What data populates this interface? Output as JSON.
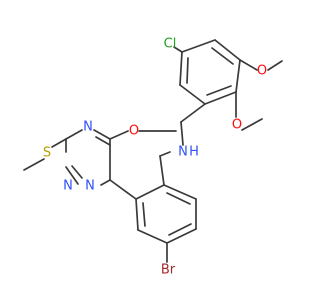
{
  "atoms": {
    "chlorine": "Cl",
    "oxygen_ring": "O",
    "oxygen_methoxy_upper": "O",
    "oxygen_methoxy_lower": "O",
    "nitrogen_amine": "N",
    "hydrogen_amine": "H",
    "nitrogen_1": "N",
    "nitrogen_2": "N",
    "nitrogen_3": "N",
    "sulfur": "S",
    "bromine": "Br"
  },
  "colors": {
    "bond": "#3a3a3a",
    "chlorine": "#21a121",
    "oxygen": "#ff0d0d",
    "nitrogen": "#3050f8",
    "sulfur": "#b5a000",
    "bromine": "#a62929"
  }
}
